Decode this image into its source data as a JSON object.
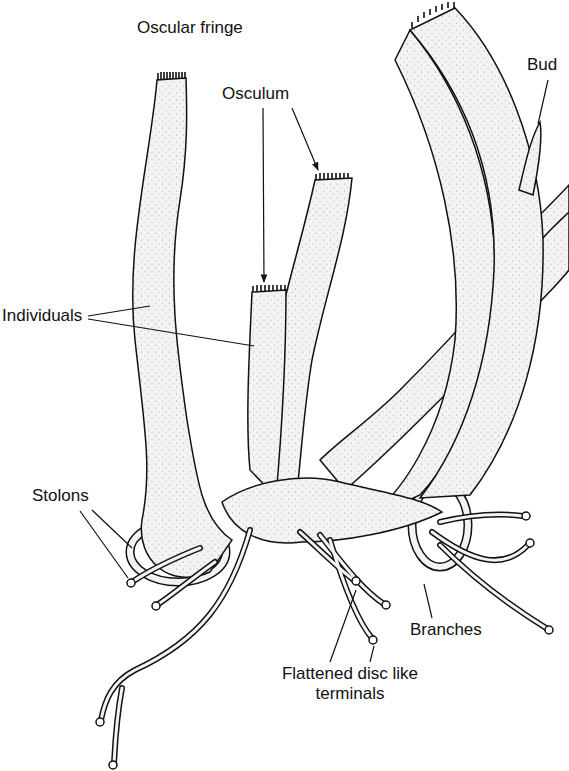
{
  "diagram": {
    "labels": [
      "Oscular fringe",
      "Bud",
      "Osculum",
      "Individuals",
      "Stolons",
      "Branches",
      "Flattened disc like terminals"
    ]
  }
}
